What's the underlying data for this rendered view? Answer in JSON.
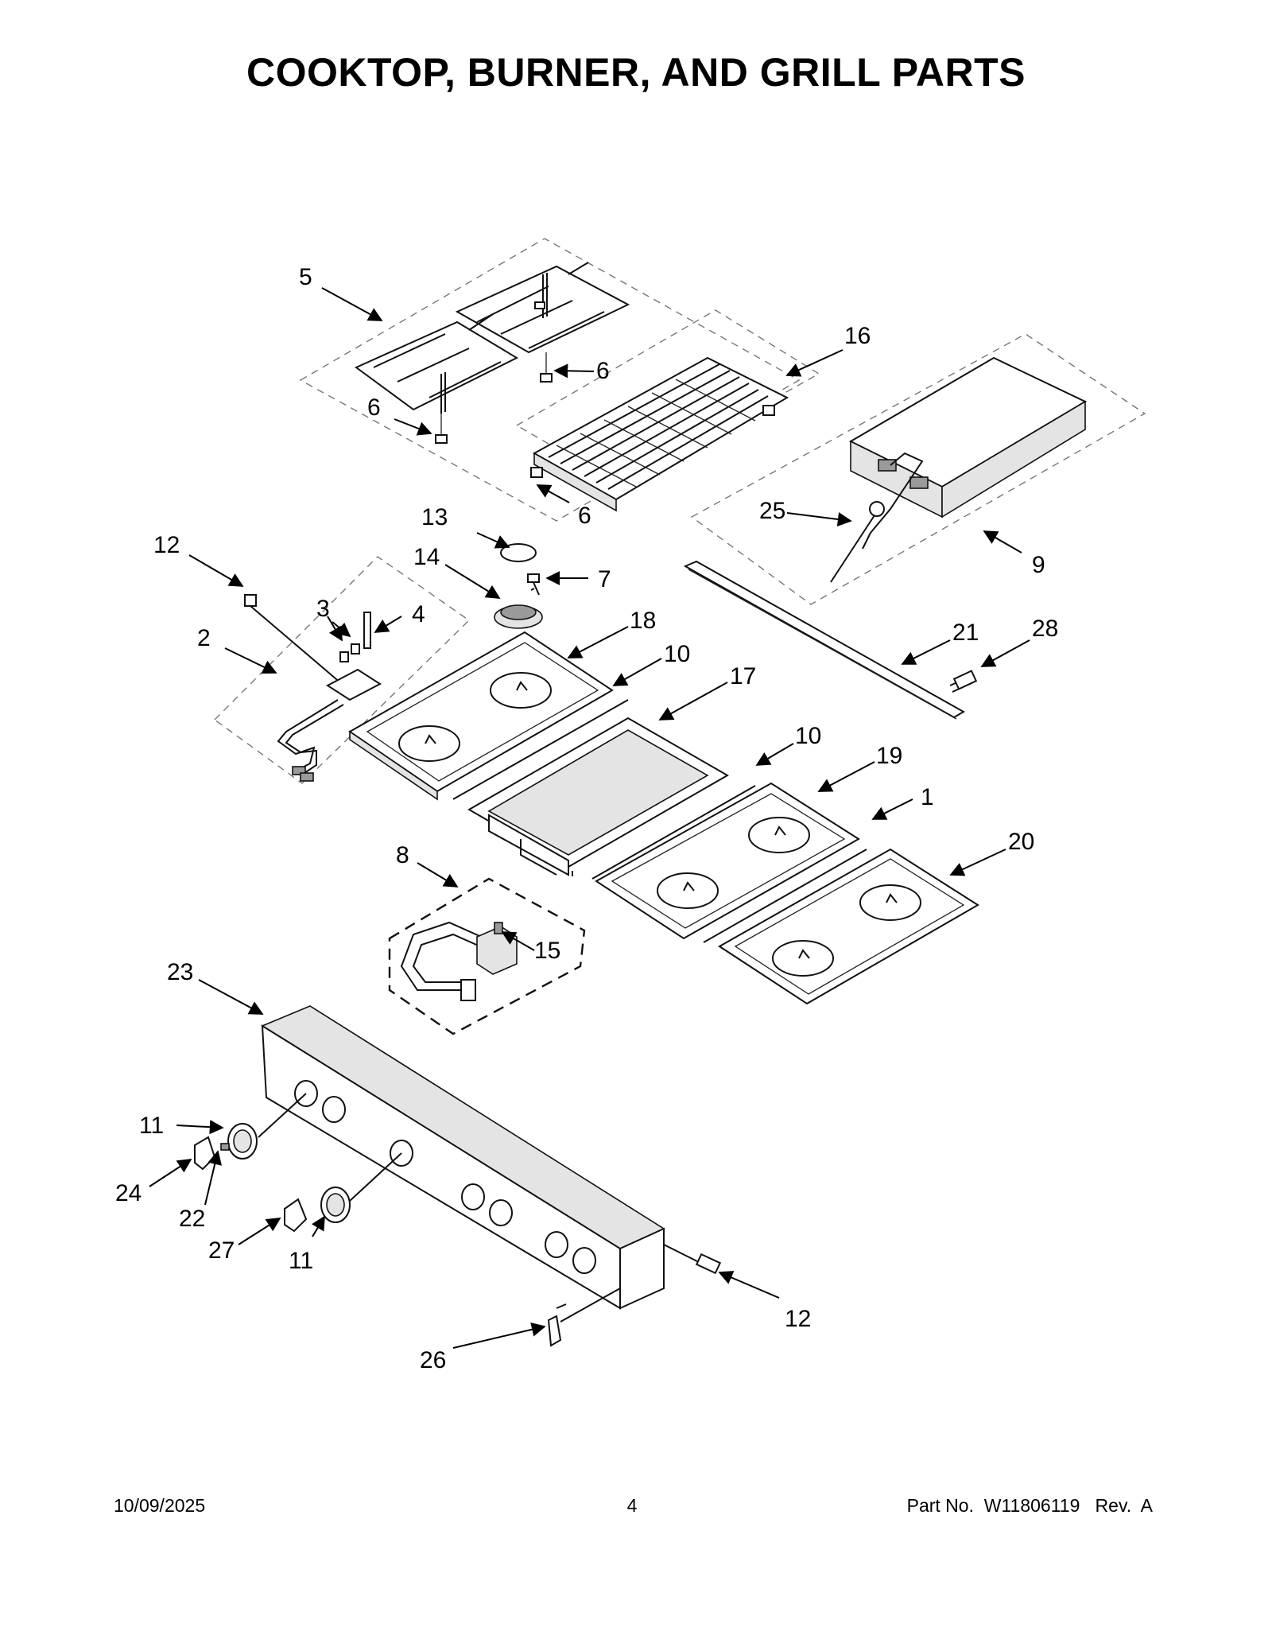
{
  "title": "COOKTOP, BURNER, AND GRILL PARTS",
  "callouts": {
    "c1": "1",
    "c2": "2",
    "c3": "3",
    "c4": "4",
    "c5": "5",
    "c6": "6",
    "c7": "7",
    "c8": "8",
    "c9": "9",
    "c10": "10",
    "c11": "11",
    "c12": "12",
    "c13": "13",
    "c14": "14",
    "c15": "15",
    "c16": "16",
    "c17": "17",
    "c18": "18",
    "c19": "19",
    "c20": "20",
    "c21": "21",
    "c22": "22",
    "c23": "23",
    "c24": "24",
    "c25": "25",
    "c26": "26",
    "c27": "27",
    "c28": "28"
  },
  "footer": {
    "date": "10/09/2025",
    "page": "4",
    "part_no": "Part No.  W11806119   Rev.  A"
  }
}
